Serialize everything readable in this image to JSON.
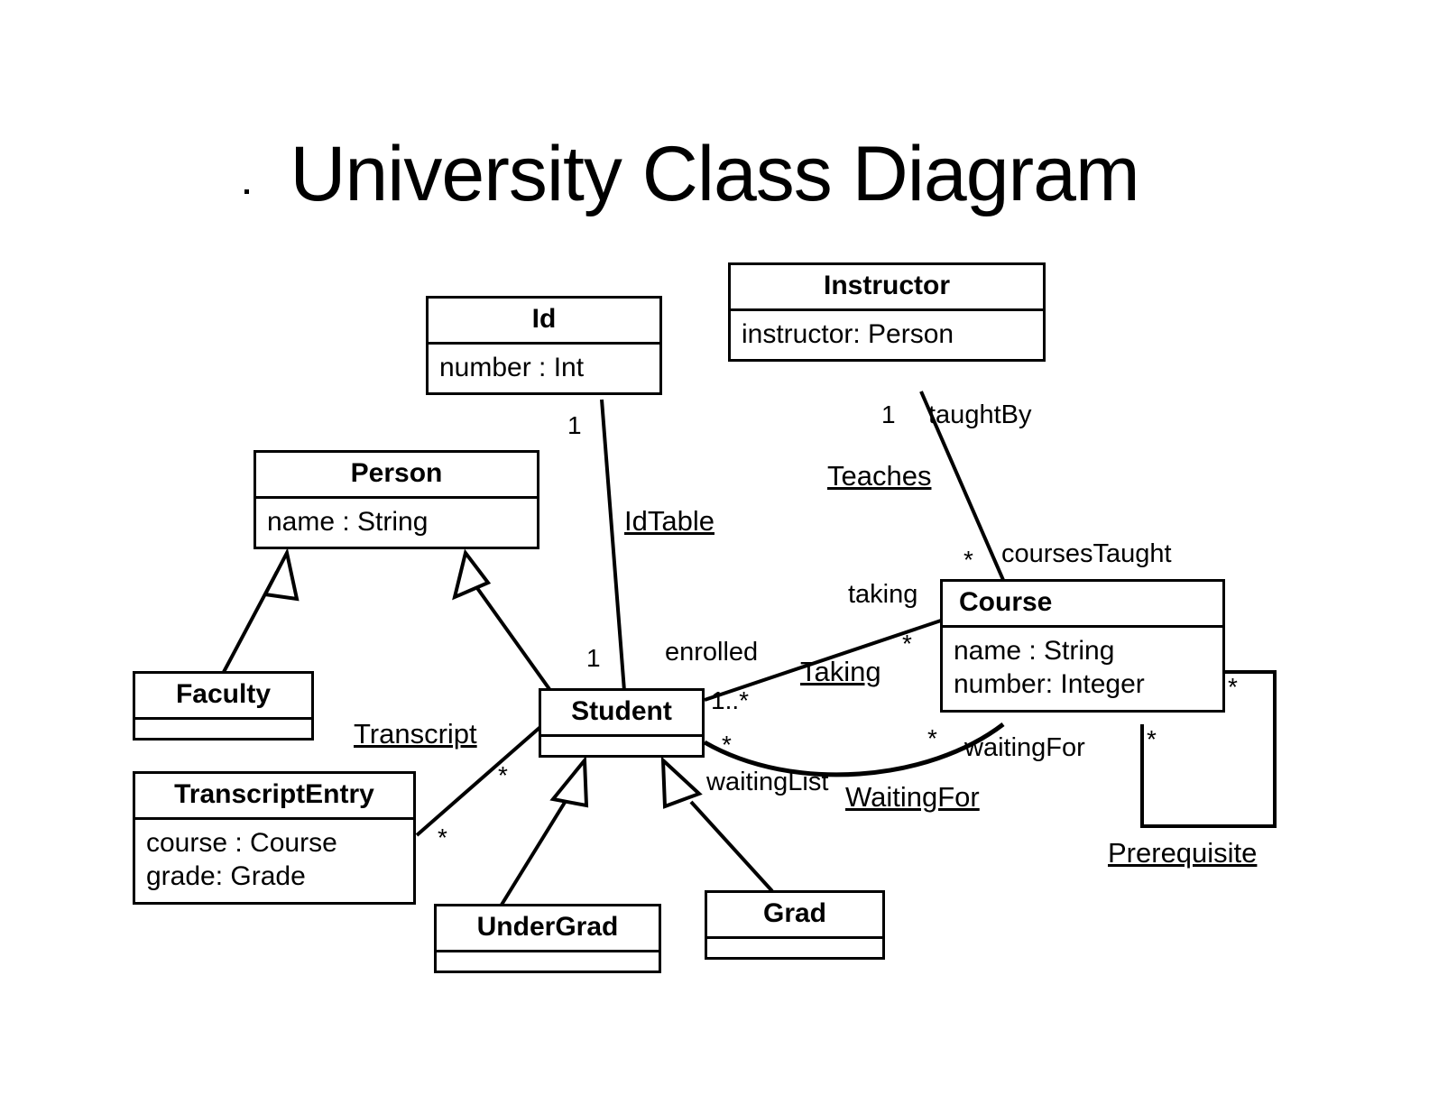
{
  "diagram": {
    "title": "University Class Diagram",
    "classes": [
      {
        "id": "id",
        "name": "Id",
        "attributes": [
          "number : Int"
        ]
      },
      {
        "id": "instructor",
        "name": "Instructor",
        "attributes": [
          "instructor: Person"
        ]
      },
      {
        "id": "person",
        "name": "Person",
        "attributes": [
          "name : String"
        ]
      },
      {
        "id": "faculty",
        "name": "Faculty",
        "attributes": []
      },
      {
        "id": "transcriptentry",
        "name": "TranscriptEntry",
        "attributes": [
          "course : Course",
          "grade: Grade"
        ]
      },
      {
        "id": "student",
        "name": "Student",
        "attributes": []
      },
      {
        "id": "course",
        "name": "Course",
        "attributes": [
          "name : String",
          "number: Integer"
        ]
      },
      {
        "id": "undergrad",
        "name": "UnderGrad",
        "attributes": []
      },
      {
        "id": "grad",
        "name": "Grad",
        "attributes": []
      }
    ],
    "associations": [
      {
        "id": "idtable",
        "name": "IdTable",
        "from": "Id",
        "to": "Student",
        "from_multiplicity": "1",
        "to_multiplicity": "1"
      },
      {
        "id": "teaches",
        "name": "Teaches",
        "from": "Instructor",
        "to": "Course",
        "from_multiplicity": "1",
        "from_role": "taughtBy",
        "to_multiplicity": "*",
        "to_role": "coursesTaught"
      },
      {
        "id": "taking",
        "name": "Taking",
        "from": "Student",
        "to": "Course",
        "from_multiplicity": "1..*",
        "from_role": "enrolled",
        "to_multiplicity": "*",
        "to_role": "taking"
      },
      {
        "id": "waitingfor",
        "name": "WaitingFor",
        "from": "Student",
        "to": "Course",
        "from_multiplicity": "*",
        "from_role": "waitingList",
        "to_multiplicity": "*",
        "to_role": "waitingFor"
      },
      {
        "id": "transcript",
        "name": "Transcript",
        "from": "TranscriptEntry",
        "to": "Student",
        "from_multiplicity": "*",
        "to_multiplicity": "*"
      },
      {
        "id": "prerequisite",
        "name": "Prerequisite",
        "from": "Course",
        "to": "Course",
        "from_multiplicity": "*",
        "to_multiplicity": "*"
      }
    ],
    "generalizations": [
      {
        "id": "faculty-person",
        "sub": "Faculty",
        "super": "Person"
      },
      {
        "id": "student-person",
        "sub": "Student",
        "super": "Person"
      },
      {
        "id": "undergrad-student",
        "sub": "UnderGrad",
        "super": "Student"
      },
      {
        "id": "grad-student",
        "sub": "Grad",
        "super": "Student"
      }
    ],
    "labels": {
      "idtable_name": "IdTable",
      "idtable_mult_id": "1",
      "idtable_mult_student": "1",
      "teaches_name": "Teaches",
      "teaches_mult_instructor": "1",
      "teaches_role_instructor": "taughtBy",
      "teaches_mult_course": "*",
      "teaches_role_course": "coursesTaught",
      "taking_name": "Taking",
      "taking_role_student": "enrolled",
      "taking_mult_student": "1..*",
      "taking_role_course": "taking",
      "taking_mult_course": "*",
      "waitingfor_name": "WaitingFor",
      "waitingfor_role_student": "waitingList",
      "waitingfor_mult_student": "*",
      "waitingfor_role_course": "waitingFor",
      "waitingfor_mult_course": "*",
      "transcript_name": "Transcript",
      "transcript_mult_student": "*",
      "transcript_mult_entry": "*",
      "prerequisite_name": "Prerequisite",
      "prerequisite_mult_right": "*",
      "prerequisite_mult_bottom": "*"
    }
  }
}
